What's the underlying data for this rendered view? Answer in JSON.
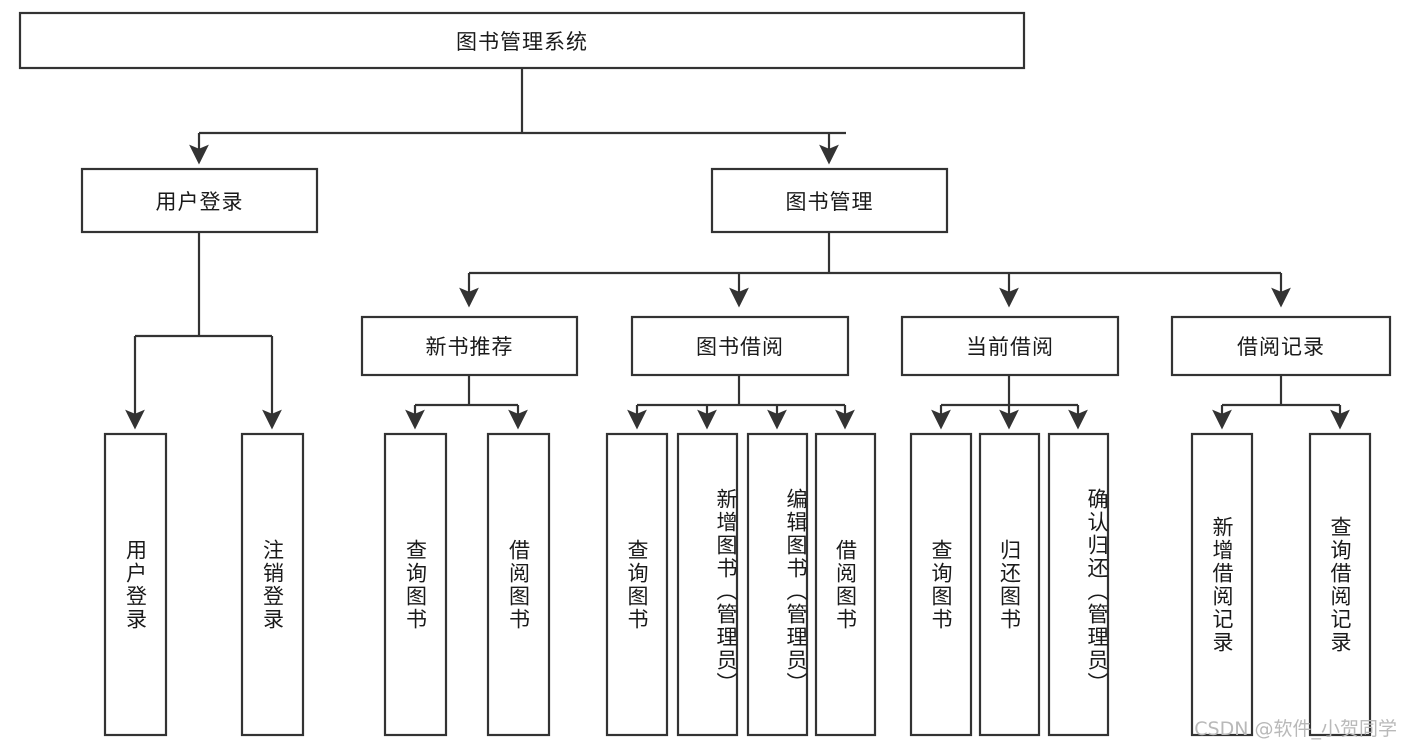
{
  "diagram": {
    "title": "图书管理系统",
    "type": "tree-hierarchy-chart",
    "watermark": "CSDN @软件_小贺同学",
    "colors": {
      "box_stroke": "#333333",
      "box_fill": "#ffffff",
      "text": "#1a1a1a",
      "background": "#ffffff",
      "watermark": "#b9b9b9"
    }
  },
  "nodes": {
    "root": {
      "label": "图书管理系统"
    },
    "level2": [
      {
        "id": "user-login",
        "label": "用户登录"
      },
      {
        "id": "book-management",
        "label": "图书管理"
      }
    ],
    "level3": [
      {
        "id": "new-book-recommend",
        "label": "新书推荐"
      },
      {
        "id": "book-borrow",
        "label": "图书借阅"
      },
      {
        "id": "current-borrow",
        "label": "当前借阅"
      },
      {
        "id": "borrow-record",
        "label": "借阅记录"
      }
    ],
    "leaves": {
      "user_login": [
        {
          "id": "leaf-user-login",
          "label": "用户登录"
        },
        {
          "id": "leaf-logout-login",
          "label": "注销登录"
        }
      ],
      "new_book_recommend": [
        {
          "id": "leaf-query-book-1",
          "label": "查询图书"
        },
        {
          "id": "leaf-borrow-book-1",
          "label": "借阅图书"
        }
      ],
      "book_borrow": [
        {
          "id": "leaf-query-book-2",
          "label": "查询图书"
        },
        {
          "id": "leaf-add-book",
          "label": "新增图书（管理员）"
        },
        {
          "id": "leaf-edit-book",
          "label": "编辑图书（管理员）"
        },
        {
          "id": "leaf-borrow-book-2",
          "label": "借阅图书"
        }
      ],
      "current_borrow": [
        {
          "id": "leaf-query-book-3",
          "label": "查询图书"
        },
        {
          "id": "leaf-return-book",
          "label": "归还图书"
        },
        {
          "id": "leaf-confirm-return",
          "label": "确认归还（管理员）"
        }
      ],
      "borrow_record": [
        {
          "id": "leaf-add-record",
          "label": "新增借阅记录"
        },
        {
          "id": "leaf-query-record",
          "label": "查询借阅记录"
        }
      ]
    }
  }
}
